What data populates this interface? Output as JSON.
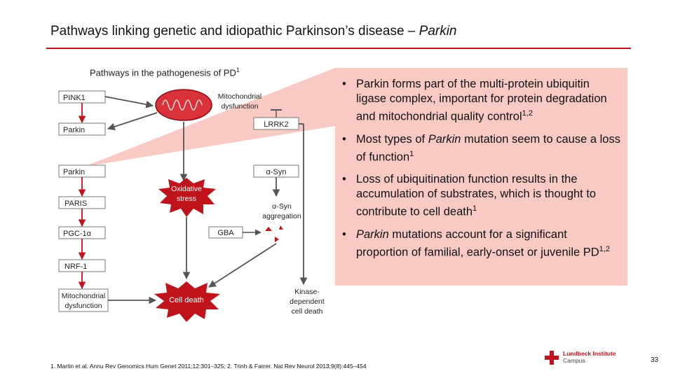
{
  "slide": {
    "title_main": "Pathways linking genetic and idiopathic Parkinson’s disease – ",
    "title_italic": "Parkin",
    "diagram_heading": "Pathways in the pathogenesis of PD",
    "diagram_heading_sup": "1",
    "page_number": "33"
  },
  "diagram": {
    "nodes": {
      "pink1": "PINK1",
      "parkin_top": "Parkin",
      "parkin_mid": "Parkin",
      "paris": "PARIS",
      "pgc1a": "PGC-1α",
      "nrf1": "NRF-1",
      "mito_dys_bottom_1": "Mitochondrial",
      "mito_dys_bottom_2": "dysfunction",
      "mito_dys_top_1": "Mitochondrial",
      "mito_dys_top_2": "dysfunction",
      "lrrk2": "LRRK2",
      "asyn": "α-Syn",
      "oxidative_1": "Oxidative",
      "oxidative_2": "stress",
      "asyn_agg_1": "α-Syn",
      "asyn_agg_2": "aggregation",
      "gba": "GBA",
      "cell_death": "Cell death",
      "kinase_1": "Kinase-",
      "kinase_2": "dependent",
      "kinase_3": "cell death"
    }
  },
  "bullets": [
    {
      "text_1": "Parkin forms part of the multi-protein ubiquitin ligase complex, important for protein degradation and mitochondrial quality control",
      "sup": "1,2"
    },
    {
      "pre": "Most types of ",
      "italic": "Parkin",
      "post": " mutation seem to cause a loss of function",
      "sup": "1"
    },
    {
      "text_1": "Loss of ubiquitination function results in the accumulation of substrates, which is thought to contribute to cell death",
      "sup": "1"
    },
    {
      "pre": "",
      "italic": "Parkin",
      "post": " mutations account for a significant proportion of familial, early-onset or juvenile PD",
      "sup": "1,2"
    }
  ],
  "reference": "1. Martin et al. Annu Rev Genomics Hum Genet 2011;12:301–325; 2. Trinh & Farrer. Nat Rev Neurol 2013;9(8):445–454",
  "logo": {
    "line1": "Lundbeck Institute",
    "line2": "Campus"
  },
  "colors": {
    "accent": "#c0141c",
    "callout_bg": "#f9c9c4",
    "arrow": "#555555",
    "burst": "#c0141c"
  },
  "icons": {
    "organelle": "mitochondrion-icon",
    "stress": "burst-shape",
    "logo": "lundbeck-logo-icon"
  }
}
